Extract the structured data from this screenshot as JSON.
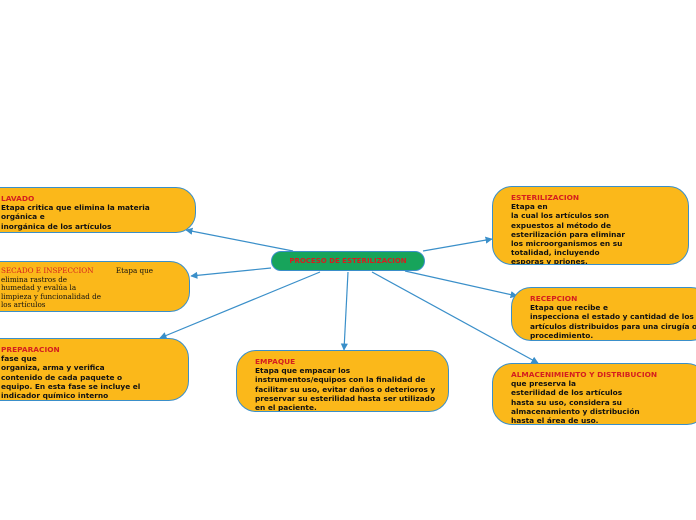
{
  "center": {
    "label": "PROCESO DE ESTERILIZACION"
  },
  "nodes": [
    {
      "key": "lavado",
      "title": "LAVADO",
      "text": "Etapa critica que elimina la materia\norgánica e\ninorgánica de los artículos"
    },
    {
      "key": "secado",
      "title": "SECADO E INSPECCION",
      "title_suffix": "Etapa que",
      "text": "elimina rastros de\nhumedad y evalúa la\nlimpieza y funcionalidad de\nlos artículos"
    },
    {
      "key": "preparacion",
      "title": "PREPARACION",
      "text": "fase que\norganiza, arma y verifica\ncontenido de cada paquete o\nequipo. En esta fase se incluye el\nindicador químico interno"
    },
    {
      "key": "empaque",
      "title": "EMPAQUE",
      "text": "Etapa que empacar los\n instrumentos/equipos con la finalidad de\nfacilitar su uso, evitar daños o deterioros y\npreservar su esterilidad hasta ser utilizado\nen el paciente."
    },
    {
      "key": "esterilizacion",
      "title": "ESTERILIZACION",
      "text": "Etapa en\nla cual los artículos son\nexpuestos al método de\nesterilización para eliminar\nlos microorganismos en su\ntotalidad, incluyendo\nesporas y priones."
    },
    {
      "key": "recepcion",
      "title": "RECEPCION",
      "text": "Etapa que recibe e\ninspecciona el estado y cantidad de los\nartículos distribuidos para una cirugía o\nprocedimiento."
    },
    {
      "key": "almacenamiento",
      "title": "ALMACENIMIENTO Y DISTRIBUCION",
      "text": "que preserva la\nesterilidad de los artículos\nhasta su uso, considera su\nalmacenamiento y distribución\nhasta el área de uso."
    }
  ],
  "colors": {
    "node_fill": "#fbb81a",
    "center_fill": "#17a45b",
    "edge": "#3a8fc9",
    "title": "#d41f1f"
  }
}
